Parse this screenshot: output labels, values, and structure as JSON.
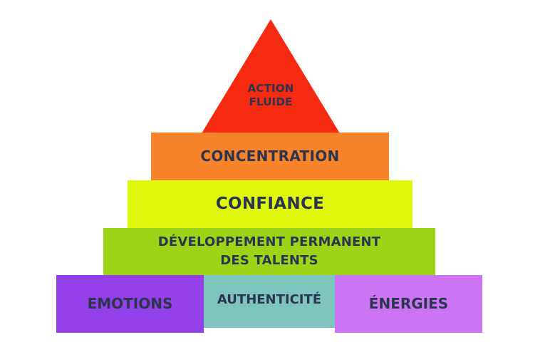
{
  "pyramid": {
    "apex": {
      "line1": "ACTION",
      "line2": "FLUIDE",
      "color": "#f52a10"
    },
    "tiers": {
      "concentration": {
        "label": "CONCENTRATION",
        "color": "#f7842b"
      },
      "confiance": {
        "label": "CONFIANCE",
        "color": "#dff70d"
      },
      "developpement": {
        "line1": "DÉVELOPPEMENT PERMANENT",
        "line2": "DES TALENTS",
        "color": "#9ed417"
      }
    },
    "base": {
      "emotions": {
        "label": "EMOTIONS",
        "color": "#9440e8"
      },
      "authenticite": {
        "label": "AUTHENTICITÉ",
        "color": "#7ec6bd"
      },
      "energies": {
        "label": "ÉNERGIES",
        "color": "#cd74f5"
      }
    },
    "text_color": "#2b3550"
  }
}
